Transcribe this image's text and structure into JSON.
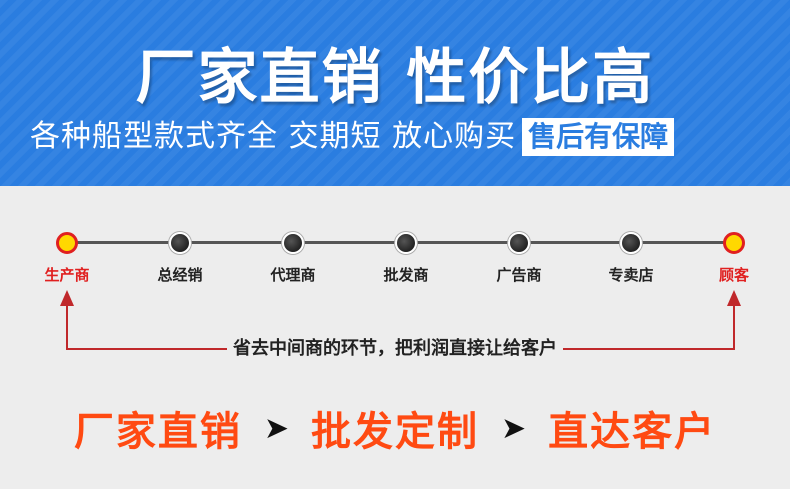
{
  "banner": {
    "headline": "厂家直销 性价比高",
    "subline": "各种船型款式齐全 交期短 放心购买",
    "badge": "售后有保障",
    "background_color": "#2a7de0"
  },
  "chain": {
    "nodes": [
      {
        "label": "生产商",
        "highlight": true
      },
      {
        "label": "总经销",
        "highlight": false
      },
      {
        "label": "代理商",
        "highlight": false
      },
      {
        "label": "批发商",
        "highlight": false
      },
      {
        "label": "广告商",
        "highlight": false
      },
      {
        "label": "专卖店",
        "highlight": false
      },
      {
        "label": "顾客",
        "highlight": true
      }
    ],
    "note": "省去中间商的环节，把利润直接让给客户",
    "highlight_color": "#e02020"
  },
  "slogan": {
    "steps": [
      "厂家直销",
      "批发定制",
      "直达客户"
    ],
    "separator": "➤",
    "color": "#ff4a12"
  }
}
